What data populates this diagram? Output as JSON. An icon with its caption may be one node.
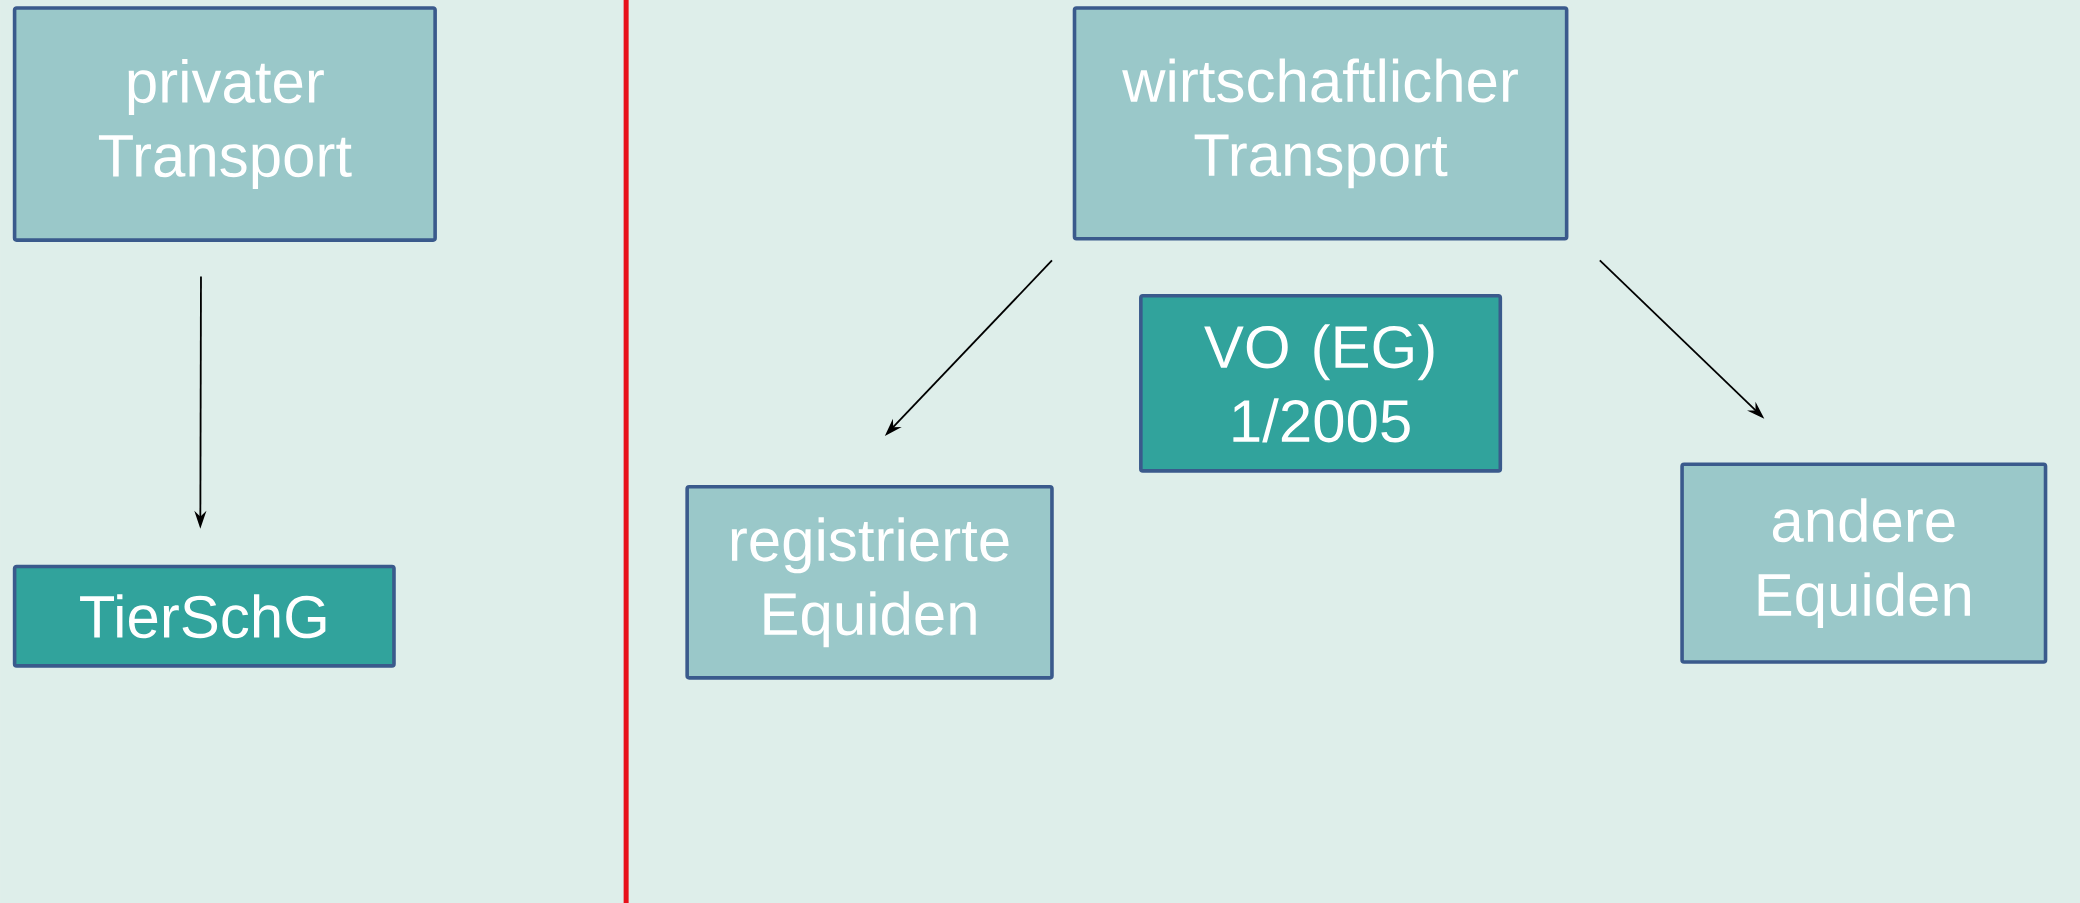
{
  "diagram": {
    "nodes": [
      {
        "text": [
          "privater Transport"
        ]
      },
      {
        "text": [
          "TierSchG"
        ]
      },
      {
        "text": [
          "wirtschaftlicher Transport"
        ]
      },
      {
        "text": [
          "VO (EG) 1/2005"
        ]
      },
      {
        "text": [
          "registrierte Equiden"
        ]
      },
      {
        "text": [
          "andere Equiden"
        ]
      }
    ],
    "edges": [
      {
        "from": 0,
        "to": 1,
        "arrow": "to"
      },
      {
        "from": 2,
        "to": 4,
        "arrow": "to"
      },
      {
        "from": 2,
        "to": 5,
        "arrow": "to"
      }
    ]
  }
}
